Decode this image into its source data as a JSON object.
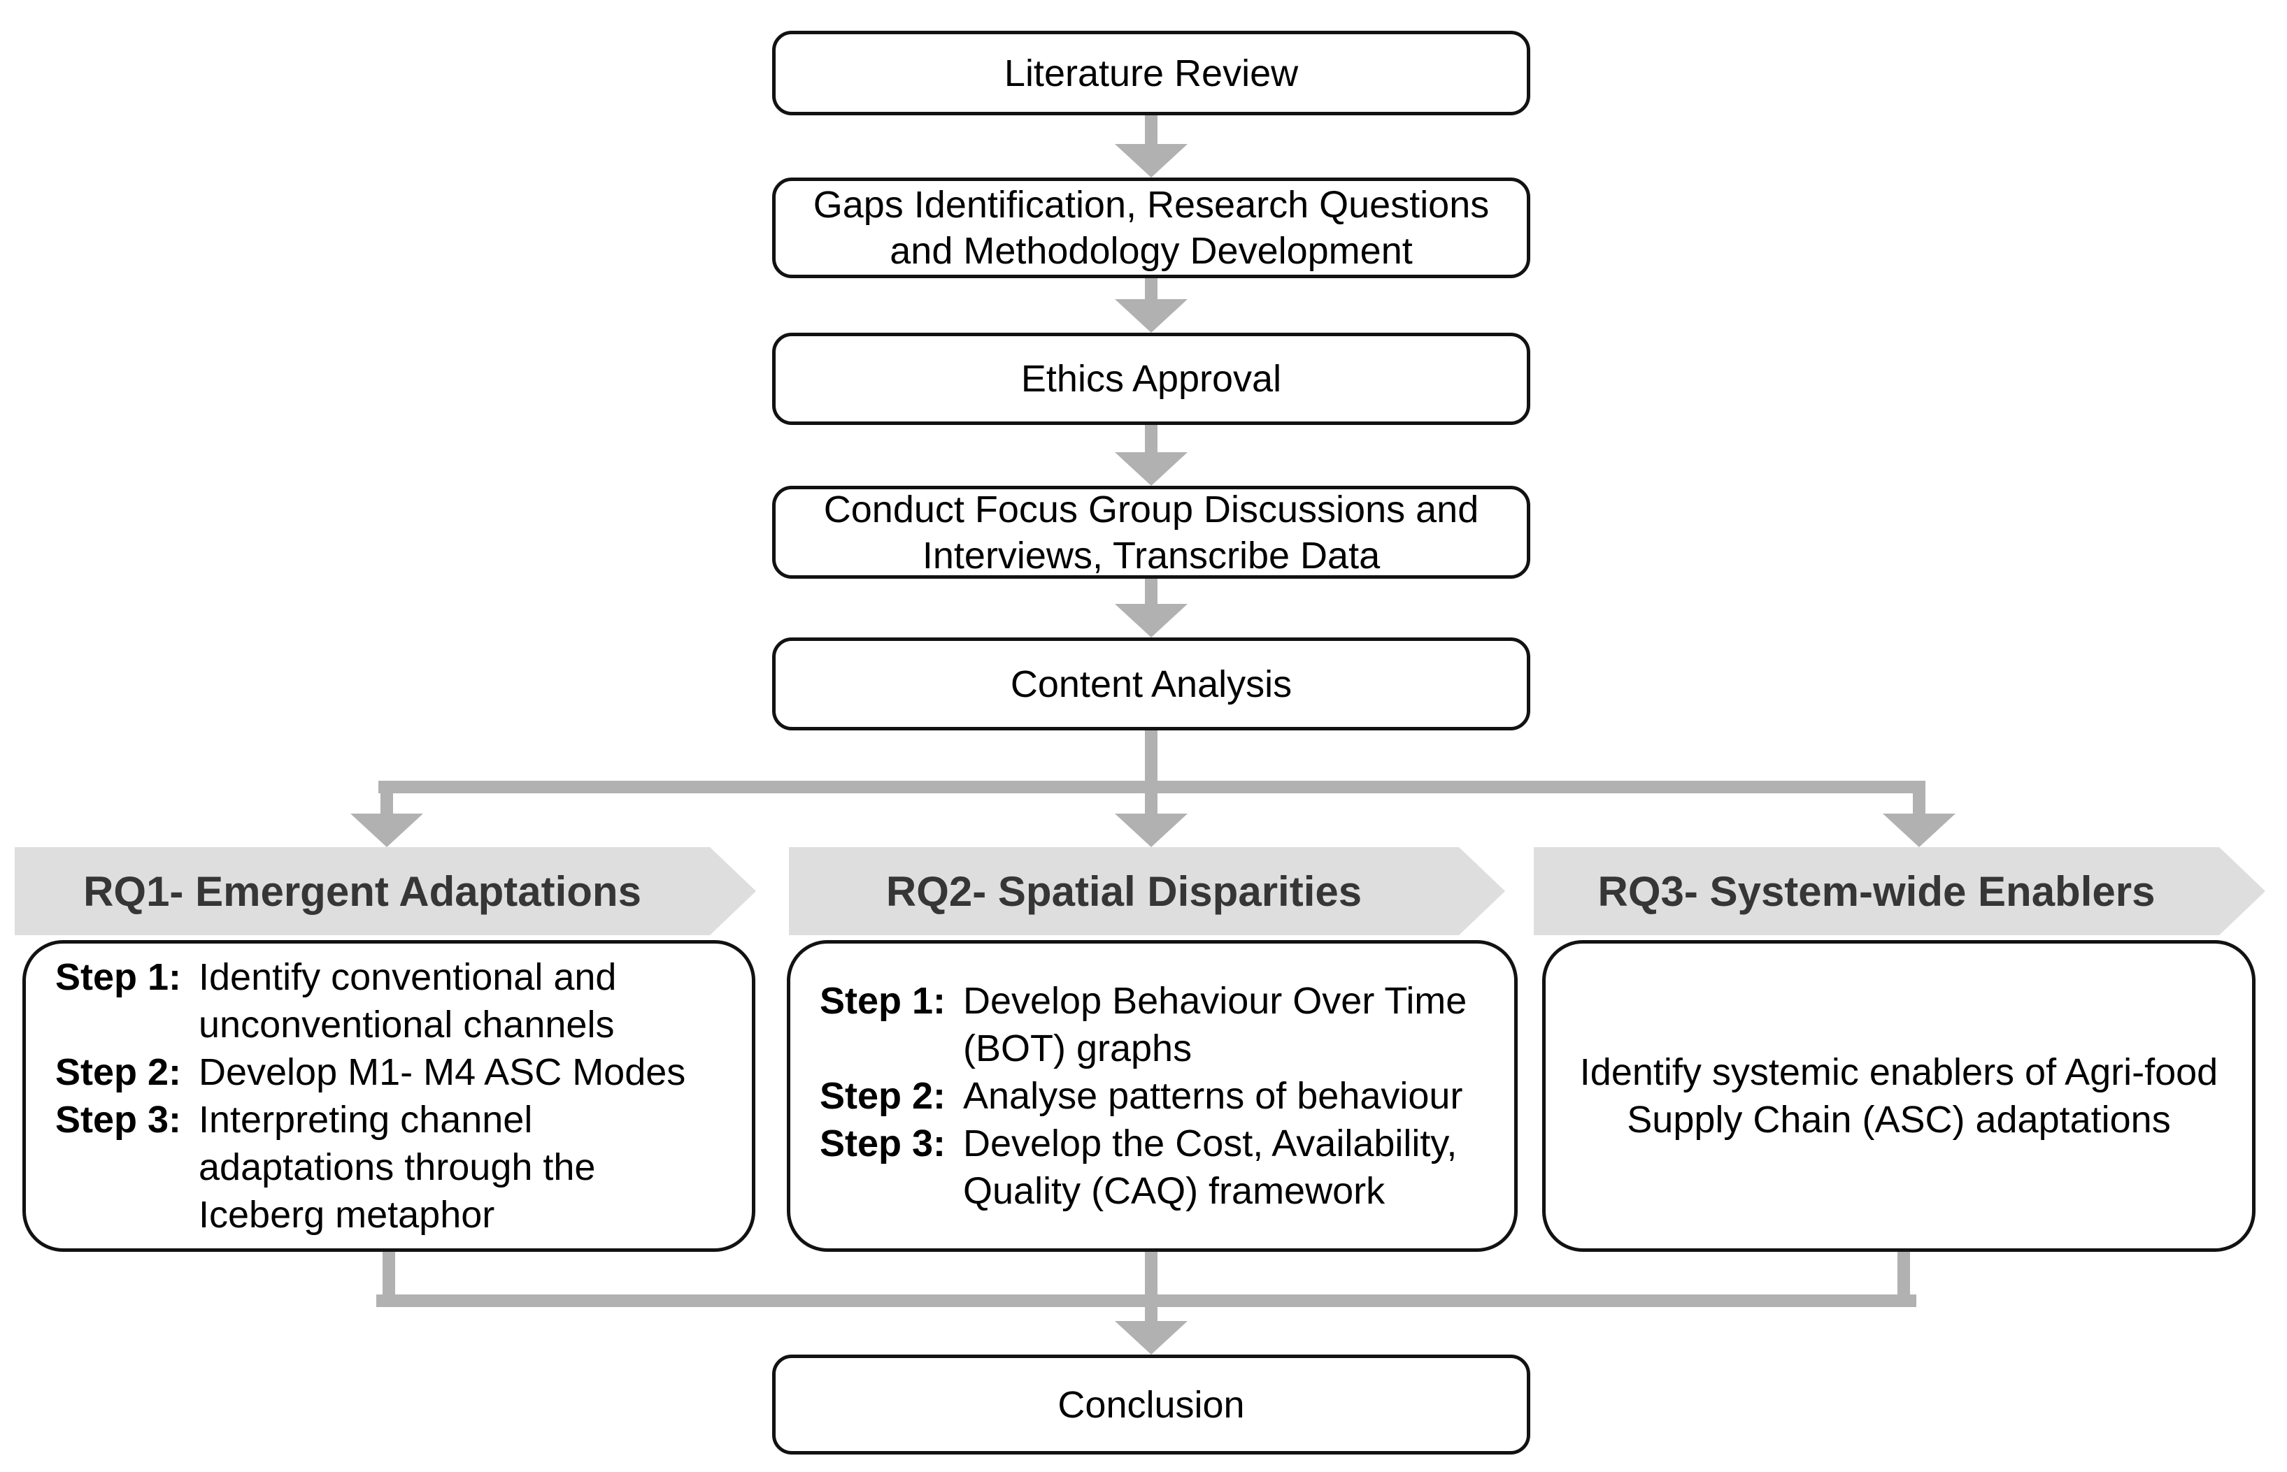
{
  "title": "Research methodology flowchart",
  "colors": {
    "connector": "#b1b1b1",
    "banner_fill": "#dedede",
    "banner_text": "#363636",
    "box_border": "#121212",
    "box_fill": "#ffffff",
    "text": "#000000",
    "bg": "#ffffff"
  },
  "main_flow": {
    "literature_review": "Literature Review",
    "gaps": "Gaps Identification, Research Questions and Methodology Development",
    "ethics": "Ethics Approval",
    "focus_groups": "Conduct Focus Group Discussions and Interviews, Transcribe Data",
    "content_analysis": "Content Analysis",
    "conclusion": "Conclusion"
  },
  "branches": {
    "rq1": {
      "banner": "RQ1- Emergent Adaptations",
      "steps": [
        {
          "label": "Step 1:",
          "text": "Identify conventional and unconventional channels"
        },
        {
          "label": "Step 2:",
          "text": "Develop M1- M4 ASC Modes"
        },
        {
          "label": "Step 3:",
          "text": "Interpreting channel adaptations through the Iceberg metaphor"
        }
      ]
    },
    "rq2": {
      "banner": "RQ2- Spatial Disparities",
      "steps": [
        {
          "label": "Step 1:",
          "text": "Develop Behaviour Over Time (BOT) graphs"
        },
        {
          "label": "Step 2:",
          "text": "Analyse patterns of behaviour"
        },
        {
          "label": "Step 3:",
          "text": "Develop the Cost, Availability, Quality (CAQ) framework"
        }
      ]
    },
    "rq3": {
      "banner": "RQ3- System-wide Enablers",
      "text": "Identify systemic enablers of Agri-food Supply Chain (ASC) adaptations"
    }
  }
}
